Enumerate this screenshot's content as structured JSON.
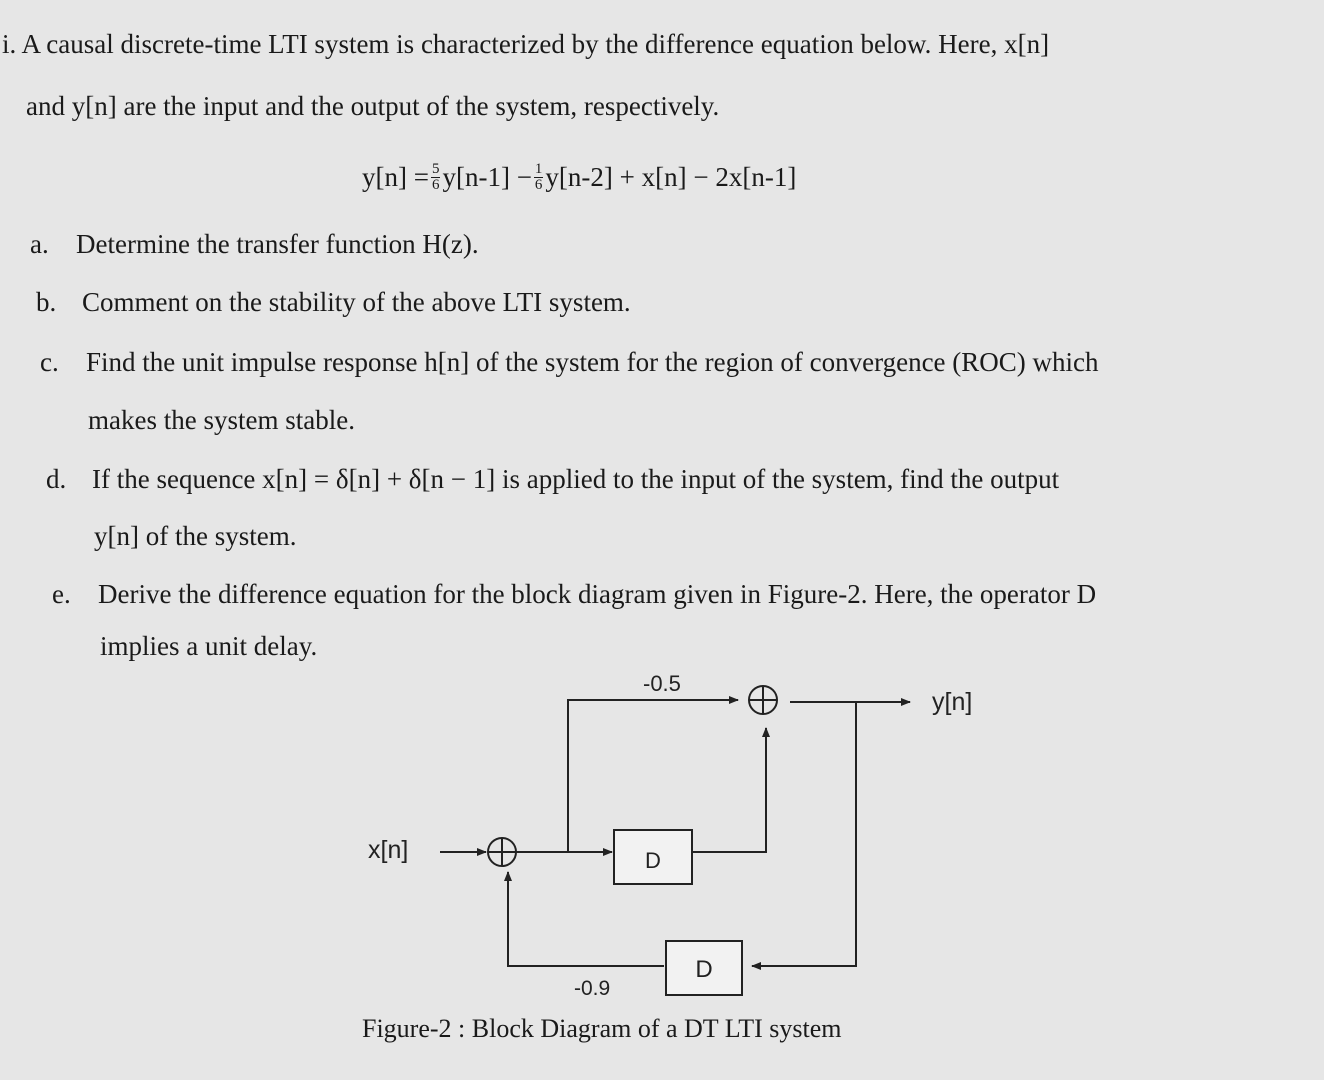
{
  "question": {
    "number": "i.",
    "intro_line1": "A causal discrete-time LTI system is characterized by the difference equation below. Here, x[n]",
    "intro_line2": "and y[n] are the input and the output of the system, respectively."
  },
  "equation": {
    "lhs": "y[n] =",
    "frac1_num": "5",
    "frac1_den": "6",
    "term1": "y[n-1] −",
    "frac2_num": "1",
    "frac2_den": "6",
    "term2": "y[n-2] + x[n] − 2x[n-1]"
  },
  "items": [
    {
      "label": "a.",
      "line1": "Determine the transfer function H(z).",
      "line2": ""
    },
    {
      "label": "b.",
      "line1": "Comment on the stability of the above LTI system.",
      "line2": ""
    },
    {
      "label": "c.",
      "line1": "Find the unit impulse response h[n] of the system for the region of convergence (ROC) which",
      "line2": "makes the system stable."
    },
    {
      "label": "d.",
      "line1": "If the sequence x[n] = δ[n] + δ[n − 1] is applied to the input of the system, find the output",
      "line2": "y[n] of the system."
    },
    {
      "label": "e.",
      "line1": "Derive the difference equation for the block diagram given in Figure-2. Here, the operator D",
      "line2": "implies a unit delay."
    }
  ],
  "diagram": {
    "input_label": "x[n]",
    "output_label": "y[n]",
    "delay1_label": "D",
    "delay2_label": "D",
    "gain_top": "-0.5",
    "gain_bottom": "-0.9",
    "caption": "Figure-2 : Block Diagram of a DT LTI system"
  }
}
